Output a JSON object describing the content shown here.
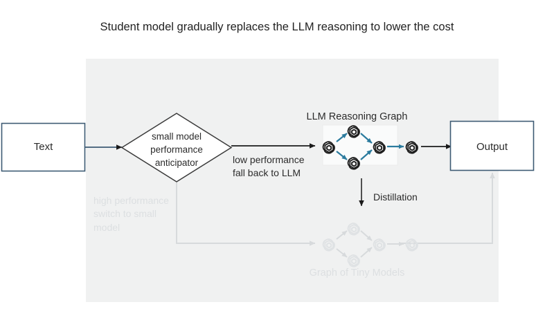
{
  "title": "Student model gradually replaces the LLM reasoning to lower the cost",
  "colors": {
    "box_border": "#3d5a73",
    "box_fill": "#ffffff",
    "diamond_border": "#3a3a3a",
    "arrow_dark": "#1a1a1a",
    "node_arrow_teal": "#2b7b9e",
    "node_glyph": "#1f1f1f",
    "panel_bg": "#f0f1f1",
    "faded": "#dcdfe1",
    "page_bg": "#ffffff",
    "text": "#2b2b2b"
  },
  "nodes": {
    "text_box": {
      "label": "Text"
    },
    "decision": {
      "label": "small model\nperformance\nanticipator"
    },
    "output_box": {
      "label": "Output"
    }
  },
  "edges": {
    "low_performance": "low performance\nfall back to LLM",
    "high_performance": "high performance\nswitch to small\nmodel",
    "distillation": "Distillation"
  },
  "graphs": {
    "llm": {
      "caption": "LLM Reasoning Graph",
      "node_count": 5,
      "node_icon": "openai-knot-icon",
      "connections": [
        {
          "from": 1,
          "to": 2
        },
        {
          "from": 1,
          "to": 3
        },
        {
          "from": 2,
          "to": 4
        },
        {
          "from": 3,
          "to": 4
        },
        {
          "from": 4,
          "to": 5
        }
      ]
    },
    "tiny": {
      "caption": "Graph of Tiny Models",
      "node_count": 5,
      "node_icon": "openai-knot-icon",
      "connections": [
        {
          "from": 1,
          "to": 2
        },
        {
          "from": 1,
          "to": 3
        },
        {
          "from": 2,
          "to": 4
        },
        {
          "from": 3,
          "to": 4
        },
        {
          "from": 4,
          "to": 5
        }
      ]
    }
  }
}
